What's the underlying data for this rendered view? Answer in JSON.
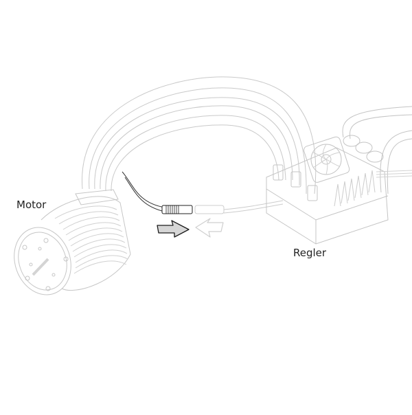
{
  "labels": {
    "motor": "Motor",
    "esc": "Regler"
  },
  "colors": {
    "line_light": "#c8c8c8",
    "line_mid": "#a8a8a8",
    "line_dark": "#222222",
    "arrow_active_fill": "#d6d6d6",
    "arrow_active_stroke": "#1a1a1a",
    "arrow_ghost_stroke": "#cfcfcf",
    "text": "#222222",
    "background": "#ffffff"
  },
  "arrows": {
    "left": {
      "direction": "right",
      "state": "active"
    },
    "right": {
      "direction": "left",
      "state": "ghost"
    }
  }
}
